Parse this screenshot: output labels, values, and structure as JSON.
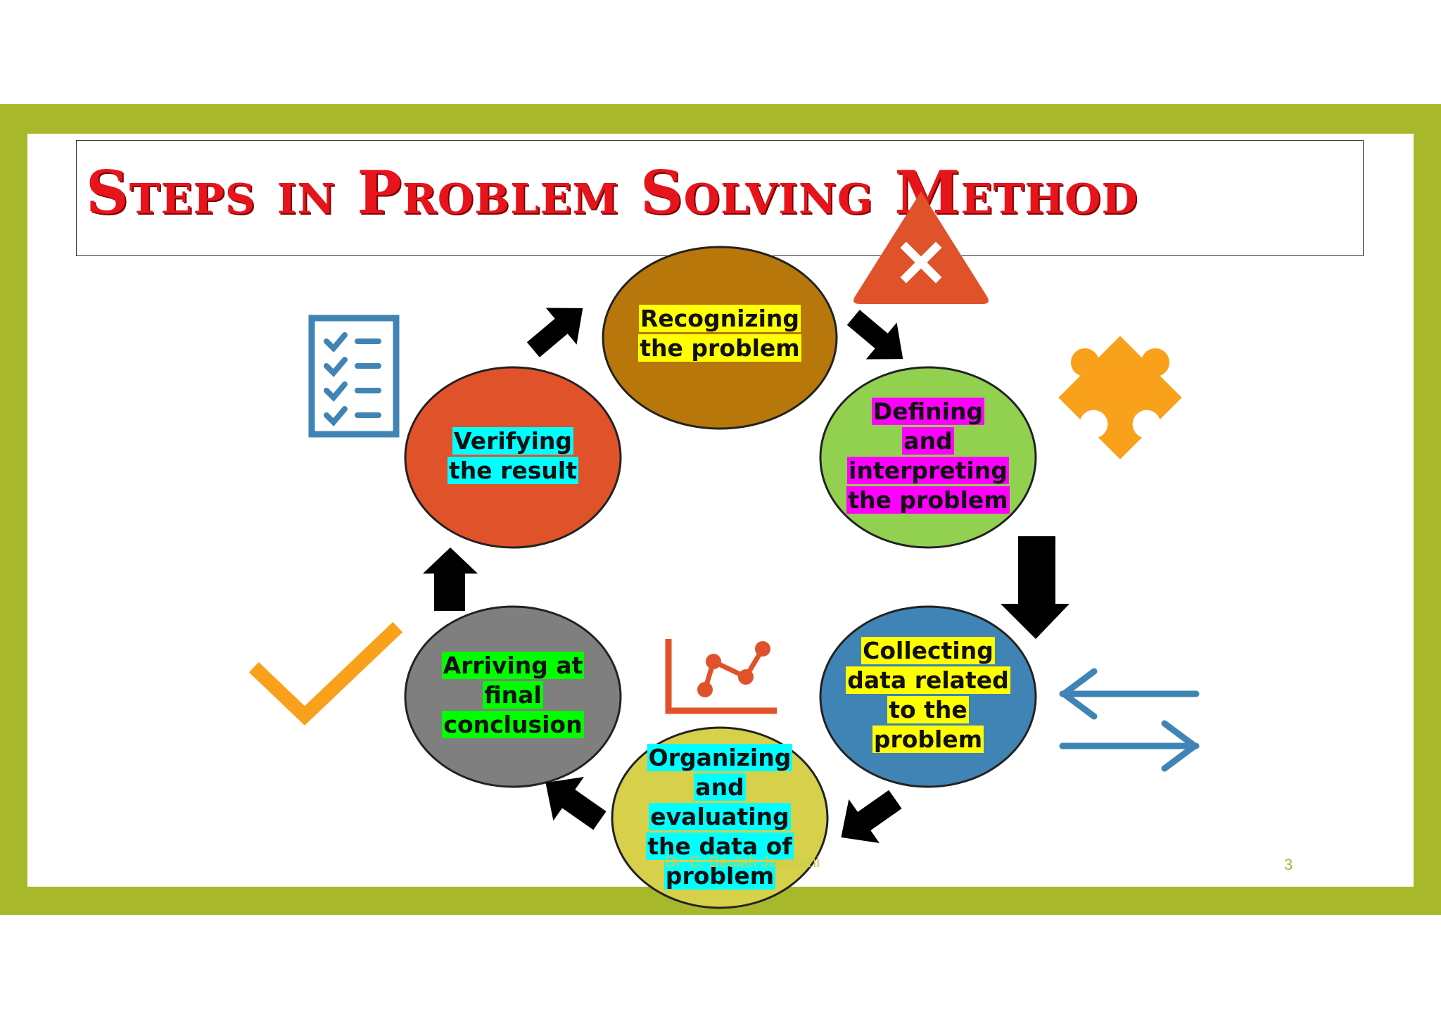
{
  "slide": {
    "title": "Steps in Problem Solving Method",
    "footer": "Dr. C. Beulah Jayarani",
    "page_number": "3"
  },
  "colors": {
    "frame": "#a7b82a",
    "title": "#e8141c",
    "arrow": "#000000"
  },
  "steps": [
    {
      "label": "Recognizing the problem",
      "lines": [
        "Recognizing",
        "the problem"
      ],
      "fill": "#b8770a",
      "highlight": "#ffff00"
    },
    {
      "label": "Defining and interpreting the problem",
      "lines": [
        "Defining",
        "and",
        "interpreting",
        "the problem"
      ],
      "fill": "#92d050",
      "highlight": "#ff00ff"
    },
    {
      "label": "Collecting data related to the problem",
      "lines": [
        "Collecting",
        "data related",
        "to the",
        "problem"
      ],
      "fill": "#3f84b5",
      "highlight": "#ffff00"
    },
    {
      "label": "Organizing and evaluating the data of problem",
      "lines": [
        "Organizing",
        "and",
        "evaluating",
        "the data of",
        "problem"
      ],
      "fill": "#d6d04a",
      "highlight": "#00ffff"
    },
    {
      "label": "Arriving at final conclusion",
      "lines": [
        "Arriving at",
        "final",
        "conclusion"
      ],
      "fill": "#7f7f7f",
      "highlight": "#00ff00"
    },
    {
      "label": "Verifying the result",
      "lines": [
        "Verifying",
        "the result"
      ],
      "fill": "#e0522a",
      "highlight": "#00ffff"
    }
  ],
  "icons": [
    "checklist-icon",
    "warning-x-icon",
    "puzzle-piece-icon",
    "swap-arrows-icon",
    "line-chart-icon",
    "checkmark-icon"
  ]
}
